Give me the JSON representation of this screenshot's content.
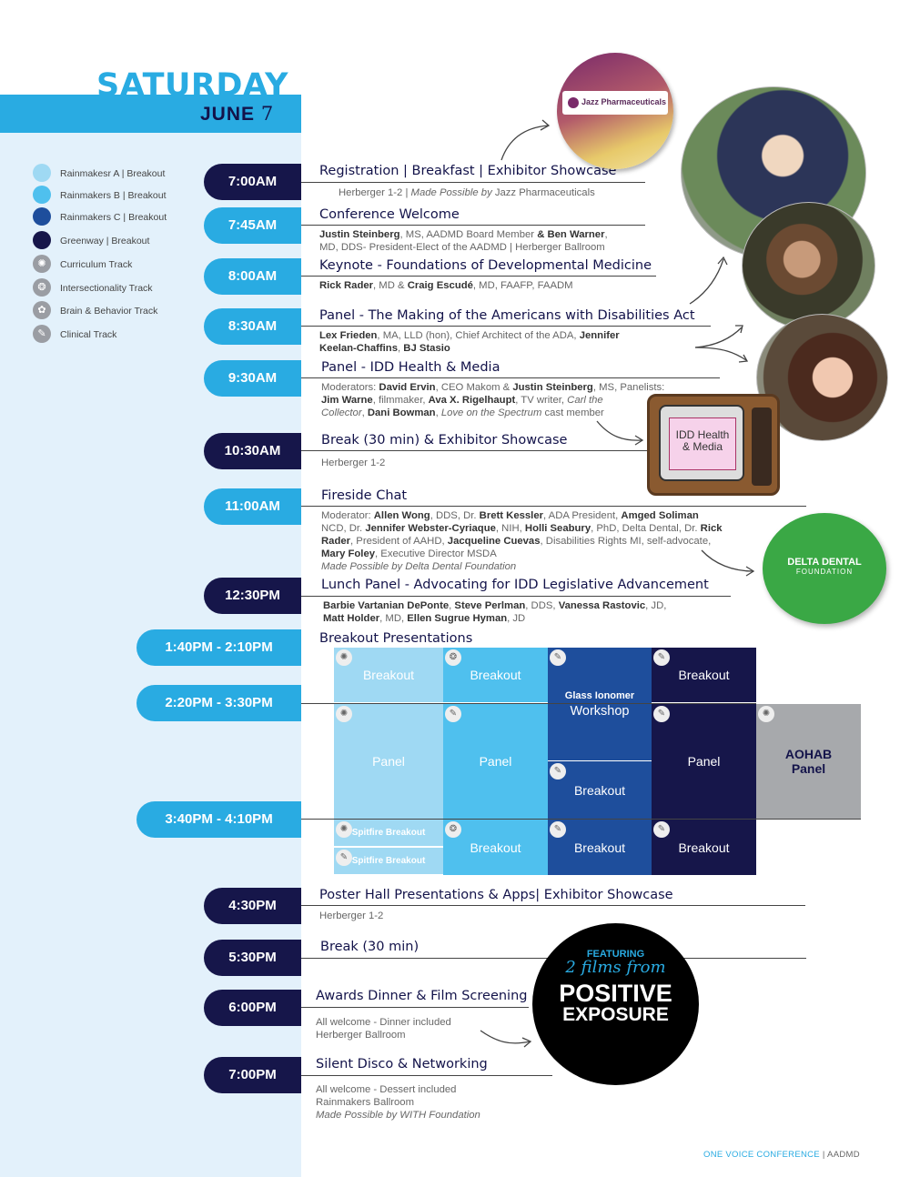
{
  "header": {
    "day": "SATURDAY",
    "month": "JUNE",
    "date": "7"
  },
  "legend": [
    {
      "label": "Rainmakesr A | Breakout",
      "color": "#9fd9f3",
      "kind": "dot"
    },
    {
      "label": "Rainmakers B | Breakout",
      "color": "#4fc0ee",
      "kind": "dot"
    },
    {
      "label": "Rainmakers C | Breakout",
      "color": "#1e4e9c",
      "kind": "dot"
    },
    {
      "label": "Greenway | Breakout",
      "color": "#16164a",
      "kind": "dot"
    },
    {
      "label": "Curriculum Track",
      "icon": "lightbulb-icon"
    },
    {
      "label": "Intersectionality Track",
      "icon": "intersect-icon"
    },
    {
      "label": "Brain & Behavior Track",
      "icon": "brain-icon"
    },
    {
      "label": "Clinical Track",
      "icon": "clipboard-icon"
    }
  ],
  "times": {
    "t0700": "7:00AM",
    "t0745": "7:45AM",
    "t0800": "8:00AM",
    "t0830": "8:30AM",
    "t0930": "9:30AM",
    "t1030": "10:30AM",
    "t1100": "11:00AM",
    "t1230": "12:30PM",
    "t1340": "1:40PM - 2:10PM",
    "t1420": "2:20PM - 3:30PM",
    "t1540": "3:40PM - 4:10PM",
    "t1630": "4:30PM",
    "t1730": "5:30PM",
    "t1800": "6:00PM",
    "t1900": "7:00PM"
  },
  "events": {
    "registration": {
      "title": "Registration | Breakfast | Exhibitor Showcase",
      "sub_a": "Herberger 1-2 | ",
      "sub_b": "Made Possible by",
      "sub_c": " Jazz Pharmaceuticals"
    },
    "welcome": {
      "title": "Conference Welcome",
      "p1": "Justin Steinberg",
      "p2": ", MS, AADMD Board Member ",
      "p3": "& Ben Warner",
      "p4": ",",
      "line2": "MD, DDS- President-Elect of the AADMD | Herberger Ballroom"
    },
    "keynote": {
      "title": "Keynote - Foundations of Developmental Medicine",
      "p1": "Rick Rader",
      "p2": ", MD & ",
      "p3": "Craig Escudé",
      "p4": ", MD, FAAFP, FAADM"
    },
    "ada": {
      "title": "Panel - The Making of the Americans with Disabilities Act",
      "p1": "Lex Frieden",
      "p2": ", MA, LLD (hon),  Chief Architect of the ADA, ",
      "p3": "Jennifer",
      "l2a": "Keelan-Chaffins",
      "l2b": ", ",
      "l2c": "BJ Stasio"
    },
    "media": {
      "title": "Panel - IDD Health & Media",
      "l1a": "Moderators: ",
      "l1b": "David Ervin",
      "l1c": ", CEO Makom & ",
      "l1d": "Justin Steinberg",
      "l1e": ", MS, Panelists:",
      "l2a": "Jim Warne",
      "l2b": ", filmmaker, ",
      "l2c": "Ava X. Rigelhaupt",
      "l2d": ", TV writer, ",
      "l2e": "Carl the",
      "l3a": "Collector",
      "l3b": ", ",
      "l3c": "Dani Bowman",
      "l3d": ", ",
      "l3e": "Love on the Spectrum",
      "l3f": " cast member"
    },
    "break1": {
      "title": "Break (30 min) & Exhibitor Showcase",
      "sub": "Herberger 1-2"
    },
    "fireside": {
      "title": "Fireside Chat",
      "l1a": "Moderator: ",
      "l1b": "Allen Wong",
      "l1c": ", DDS, Dr. ",
      "l1d": "Brett Kessler",
      "l1e": ", ADA President, ",
      "l1f": "Amged Soliman",
      "l2a": "NCD, Dr. ",
      "l2b": "Jennifer Webster-Cyriaque",
      "l2c": ", NIH, ",
      "l2d": "Holli Seabury",
      "l2e": ", PhD, Delta Dental, Dr. ",
      "l2f": "Rick",
      "l3a": "Rader",
      "l3b": ", President of AAHD, ",
      "l3c": "Jacqueline Cuevas",
      "l3d": ", Disabilities Rights MI, self-advocate,",
      "l4a": "Mary Foley",
      "l4b": ", Executive Director MSDA",
      "l5a": "Made Possible by",
      "l5b": " Delta Dental Foundation"
    },
    "lunch": {
      "title": "Lunch Panel - Advocating for IDD Legislative Advancement",
      "l1a": "Barbie Vartanian DePonte",
      "l1b": ", ",
      "l1c": "Steve Perlman",
      "l1d": ", DDS, ",
      "l1e": "Vanessa Rastovic",
      "l1f": ", JD,",
      "l2a": "Matt Holder",
      "l2b": ", MD, ",
      "l2c": "Ellen Sugrue Hyman",
      "l2d": ", JD"
    },
    "breakouts": {
      "title": "Breakout Presentations"
    },
    "poster": {
      "title": "Poster Hall Presentations & Apps| Exhibitor Showcase",
      "sub": "Herberger 1-2"
    },
    "break2": {
      "title": "Break (30 min)"
    },
    "awards": {
      "title": "Awards Dinner & Film Screening",
      "l1": "All welcome - Dinner included",
      "l2": "Herberger Ballroom"
    },
    "disco": {
      "title": "Silent Disco & Networking",
      "l1": "All welcome - Dessert included",
      "l2": "Rainmakers Ballroom",
      "l3a": "Made Possible by",
      "l3b": " WITH Foundation"
    }
  },
  "grid": {
    "a1": "Breakout",
    "b1": "Breakout",
    "c1a": "Glass Ionomer",
    "c1b": "Workshop",
    "d1": "Breakout",
    "a2": "Panel",
    "b2": "Panel",
    "c2": "Breakout",
    "d2": "Panel",
    "e2a": "AOHAB",
    "e2b": "Panel",
    "a3a": "Spitfire Breakout",
    "a3b": "Spitfire Breakout",
    "b3": "Breakout",
    "c3": "Breakout",
    "d3": "Breakout",
    "colors": {
      "a": "#9fd9f3",
      "b": "#4fc0ee",
      "c": "#1e4e9c",
      "d": "#16164a",
      "e": "#a7a9ac"
    }
  },
  "sponsors": {
    "jazz": "Jazz Pharmaceuticals",
    "tv_l1": "IDD Health",
    "tv_l2": "& Media",
    "delta_l1": "DELTA DENTAL",
    "delta_l2": "FOUNDATION",
    "pe_l1": "FEATURING",
    "pe_l2": "2 films from",
    "pe_l3": "POSITIVE",
    "pe_l4": "EXPOSURE"
  },
  "footer": {
    "a": "ONE VOICE CONFERENCE",
    "b": " | AADMD"
  }
}
